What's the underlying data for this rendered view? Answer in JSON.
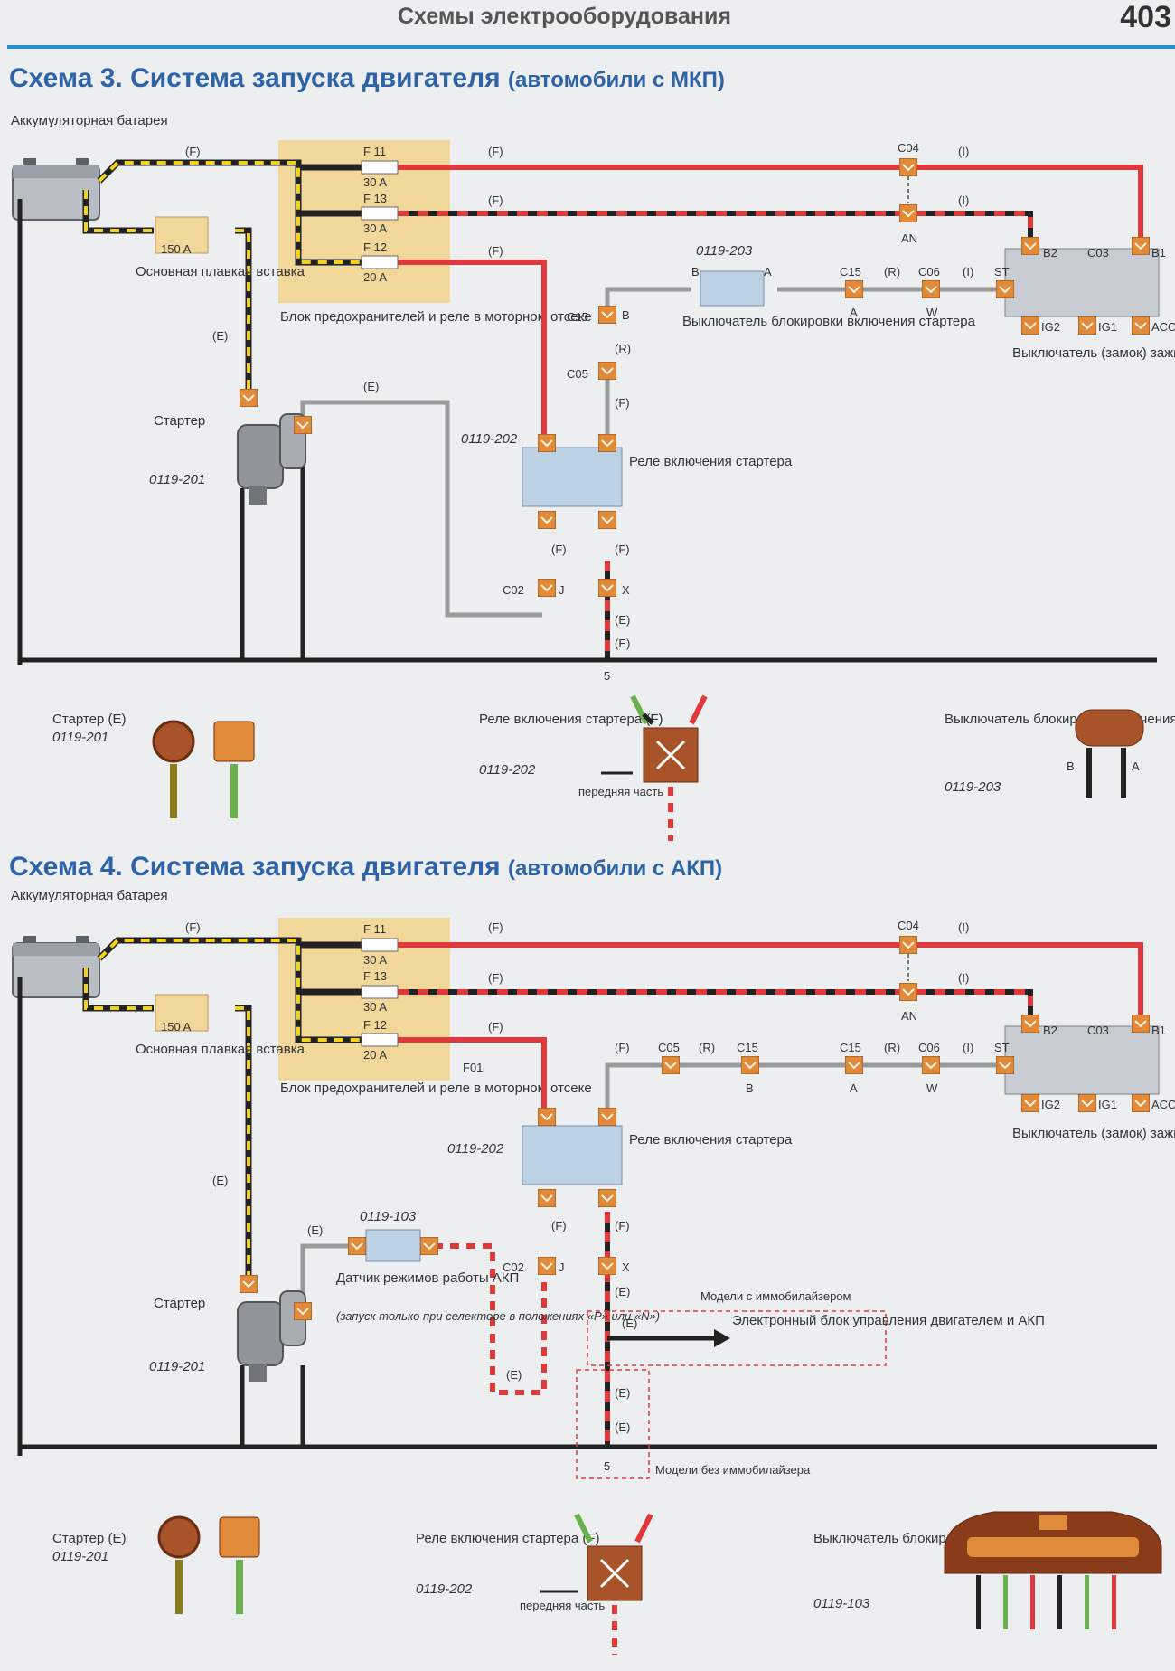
{
  "header": {
    "title": "Схемы электрооборудования",
    "page_number": "403"
  },
  "scheme3": {
    "title": "Схема 3. Система запуска двигателя",
    "subtitle": "(автомобили с МКП)",
    "battery": "Аккумуляторная батарея",
    "main_fuse": "Основная плавкая вставка",
    "main_fuse_rating": "150 A",
    "fuse_block": "Блок предохранителей и реле в моторном отсеке",
    "fuses": [
      {
        "name": "F 11",
        "rating": "30 A"
      },
      {
        "name": "F 13",
        "rating": "30 A"
      },
      {
        "name": "F 12",
        "rating": "20 A"
      }
    ],
    "starter": "Стартер",
    "starter_code": "0119-201",
    "relay": "Реле включения стартера",
    "relay_code": "0119-202",
    "lock_switch": "Выключатель блокировки включения стартера",
    "lock_switch_code": "0119-203",
    "ignition": "Выключатель (замок) зажигания",
    "legend_starter": "Стартер (E)",
    "legend_relay": "Реле включения стартера (F)",
    "legend_switch": "Выключатель блокировки включения стартера (E)",
    "front": "передняя часть"
  },
  "scheme4": {
    "title": "Схема 4. Система запуска двигателя",
    "subtitle": "(автомобили с АКП)",
    "battery": "Аккумуляторная батарея",
    "main_fuse": "Основная плавкая вставка",
    "main_fuse_rating": "150 A",
    "fuse_block": "Блок предохранителей и реле в моторном отсеке",
    "fuses": [
      {
        "name": "F 11",
        "rating": "30 A"
      },
      {
        "name": "F 13",
        "rating": "30 A"
      },
      {
        "name": "F 12",
        "rating": "20 A"
      }
    ],
    "fuse_tag": "F01",
    "starter": "Стартер",
    "starter_code": "0119-201",
    "relay": "Реле включения стартера",
    "relay_code": "0119-202",
    "sensor": "Датчик режимов работы АКП",
    "sensor_code": "0119-103",
    "sensor_note": "(запуск только при селекторе в положениях «P» или «N»)",
    "ecu": "Электронный блок управления двигателем и АКП",
    "with_immo": "Модели с иммобилайзером",
    "without_immo": "Модели без иммобилайзера",
    "ignition": "Выключатель (замок) зажигания",
    "legend_starter": "Стартер (E)",
    "legend_relay": "Реле включения стартера (F)",
    "legend_switch": "Выключатель блокировки включения стартера (E)",
    "legend_switch_code": "0119-103",
    "front": "передняя часть"
  },
  "connectors": [
    "C04",
    "AN",
    "B2",
    "C03",
    "B1",
    "ST",
    "IG2",
    "IG1",
    "ACC",
    "C15",
    "C06",
    "C05",
    "C02",
    "B",
    "A",
    "W",
    "J",
    "X",
    "5"
  ],
  "wire_codes": [
    "(F)",
    "(E)",
    "(I)",
    "(R)"
  ],
  "colors": {
    "red": "#e0393b",
    "black": "#222222",
    "yellow": "#f2d21a",
    "gray": "#9a9a9a",
    "fuse_block": "#f1d79a",
    "title_blue": "#2f63a8",
    "connector": "#e08a3a"
  }
}
